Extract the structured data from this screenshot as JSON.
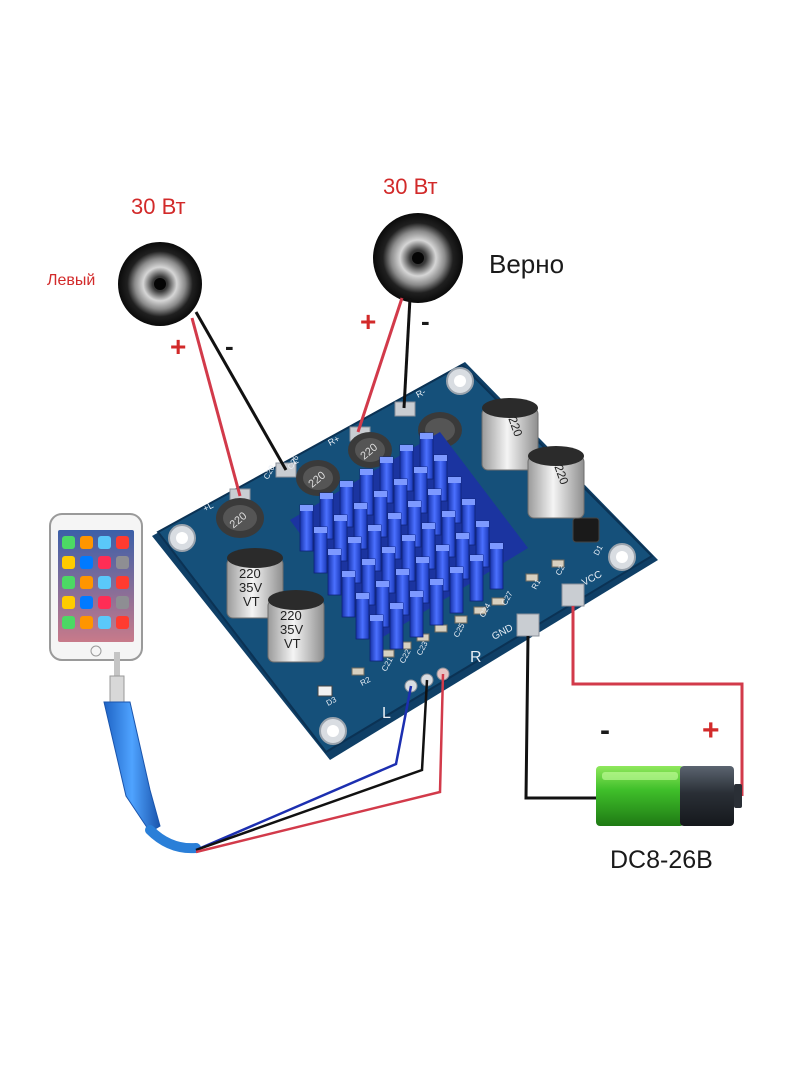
{
  "labels": {
    "left_power": "30 Вт",
    "right_power": "30 Вт",
    "left_channel": "Левый",
    "right_channel": "Верно",
    "left_plus": "+",
    "left_minus": "-",
    "right_plus": "+",
    "right_minus": "-",
    "battery_minus": "-",
    "battery_plus": "+",
    "supply_voltage": "DC8-26B"
  },
  "board": {
    "pads": {
      "gnd": "GND",
      "vcc": "VCC",
      "l_in": "L",
      "r_in": "R"
    },
    "capacitor_text": [
      "220",
      "35V",
      "VT"
    ],
    "inductor_text": "220",
    "components": [
      "C21",
      "C22",
      "C23",
      "C25",
      "C24",
      "C27",
      "R2",
      "R1",
      "C2",
      "D1",
      "D3",
      "C20",
      "C26"
    ],
    "speaker_terminals": [
      "+L",
      "-L",
      "R+",
      "R-"
    ]
  },
  "colors": {
    "board": "#15507a",
    "heatsink": "#2448d0",
    "wire_red": "#d23a4a",
    "wire_black": "#111111",
    "wire_blue": "#1c2fb0",
    "label_red": "#d22a2a",
    "battery_green": "#3fbf2a",
    "battery_dark": "#2a2f36",
    "cable_blue": "#2a7fd8"
  },
  "icons": [
    "speaker-icon",
    "smartphone-icon",
    "audio-jack-icon",
    "battery-icon",
    "heatsink-icon",
    "capacitor-icon",
    "inductor-icon"
  ]
}
